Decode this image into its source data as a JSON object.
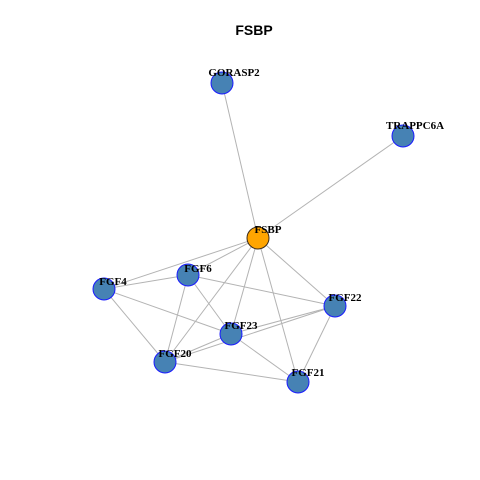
{
  "title": "FSBP",
  "colors": {
    "hub": "#ffa500",
    "node": "#4682b4",
    "node_border": "#1a1aff",
    "hub_border": "#3a2a1a",
    "edge": "#b3b3b3"
  },
  "nodes": [
    {
      "id": "GORASP2",
      "label": "GORASP2",
      "type": "node"
    },
    {
      "id": "TRAPPC6A",
      "label": "TRAPPC6A",
      "type": "node"
    },
    {
      "id": "FSBP",
      "label": "FSBP",
      "type": "hub"
    },
    {
      "id": "FGF6",
      "label": "FGF6",
      "type": "node"
    },
    {
      "id": "FGF4",
      "label": "FGF4",
      "type": "node"
    },
    {
      "id": "FGF22",
      "label": "FGF22",
      "type": "node"
    },
    {
      "id": "FGF23",
      "label": "FGF23",
      "type": "node"
    },
    {
      "id": "FGF20",
      "label": "FGF20",
      "type": "node"
    },
    {
      "id": "FGF21",
      "label": "FGF21",
      "type": "node"
    }
  ],
  "edges": [
    [
      "FSBP",
      "GORASP2"
    ],
    [
      "FSBP",
      "TRAPPC6A"
    ],
    [
      "FSBP",
      "FGF4"
    ],
    [
      "FSBP",
      "FGF6"
    ],
    [
      "FSBP",
      "FGF22"
    ],
    [
      "FSBP",
      "FGF23"
    ],
    [
      "FSBP",
      "FGF20"
    ],
    [
      "FSBP",
      "FGF21"
    ],
    [
      "FGF4",
      "FGF6"
    ],
    [
      "FGF4",
      "FGF23"
    ],
    [
      "FGF4",
      "FGF20"
    ],
    [
      "FGF6",
      "FGF22"
    ],
    [
      "FGF6",
      "FGF23"
    ],
    [
      "FGF6",
      "FGF20"
    ],
    [
      "FGF23",
      "FGF22"
    ],
    [
      "FGF23",
      "FGF20"
    ],
    [
      "FGF23",
      "FGF21"
    ],
    [
      "FGF22",
      "FGF20"
    ],
    [
      "FGF22",
      "FGF21"
    ],
    [
      "FGF20",
      "FGF21"
    ]
  ]
}
